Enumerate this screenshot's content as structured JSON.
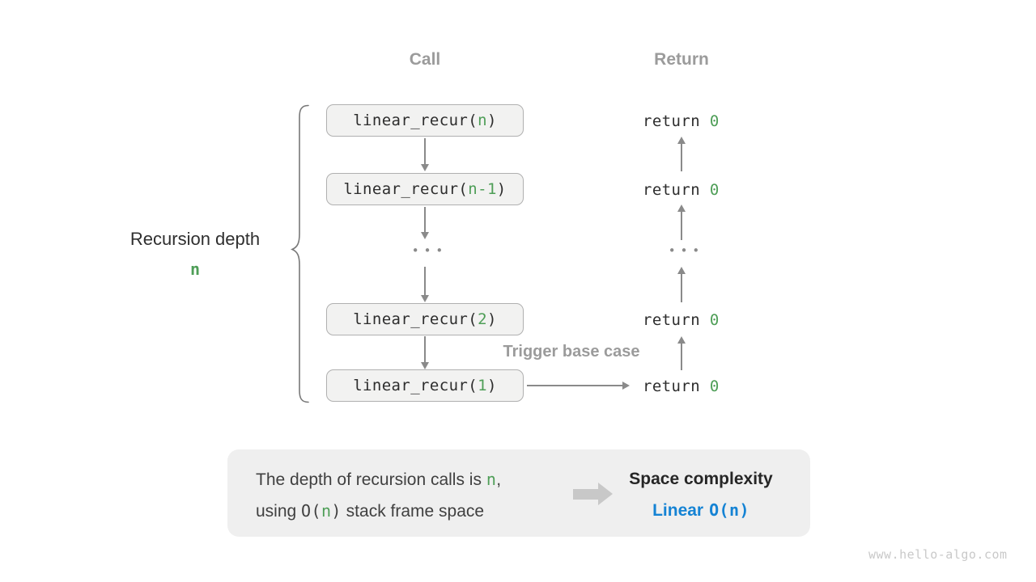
{
  "colors": {
    "green_accent": "#4e9e57",
    "blue_accent": "#1583d4",
    "gray_label": "#9b9b9b",
    "arrow_gray": "#8a8a8a",
    "box_background": "#f2f2f1",
    "box_border": "#b0b0b0",
    "summary_background": "#efefef"
  },
  "headers": {
    "call": "Call",
    "return": "Return"
  },
  "left_label": {
    "title": "Recursion depth",
    "value": "n"
  },
  "call_column": {
    "boxes": [
      {
        "fn": "linear_recur(",
        "arg": "n",
        "close": ")"
      },
      {
        "fn": "linear_recur(",
        "arg": "n-1",
        "close": ")"
      },
      {
        "fn": "linear_recur(",
        "arg": "2",
        "close": ")"
      },
      {
        "fn": "linear_recur(",
        "arg": "1",
        "close": ")"
      }
    ],
    "ellipsis": "•••"
  },
  "return_column": {
    "rows": [
      {
        "kw": "return ",
        "val": "0"
      },
      {
        "kw": "return ",
        "val": "0"
      },
      {
        "kw": "return ",
        "val": "0"
      },
      {
        "kw": "return ",
        "val": "0"
      }
    ],
    "ellipsis": "•••"
  },
  "trigger_label": "Trigger base case",
  "summary": {
    "line1": {
      "pre": "The depth of recursion calls is ",
      "n": "n",
      "post": ","
    },
    "line2": {
      "pre": "using ",
      "o_open": "O(",
      "n": "n",
      "o_close": ")",
      "post": " stack frame space"
    },
    "result": {
      "title": "Space complexity",
      "word": "Linear",
      "code": {
        "open": "O(",
        "n": "n",
        "close": ")"
      }
    }
  },
  "watermark": "www.hello-algo.com"
}
